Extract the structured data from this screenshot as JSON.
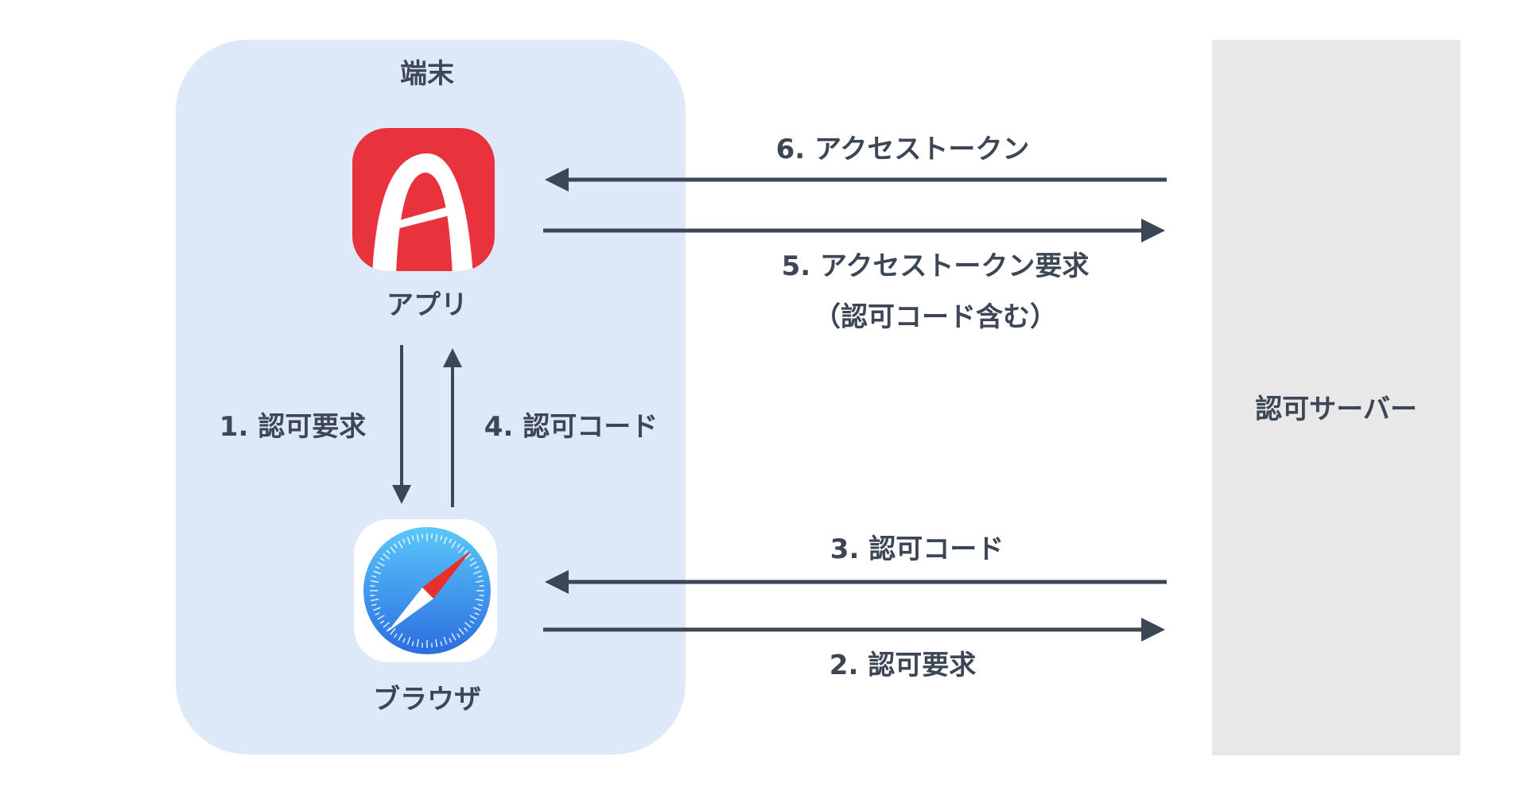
{
  "device": {
    "title": "端末"
  },
  "app": {
    "label": "アプリ",
    "icon": "app-a-icon"
  },
  "browser": {
    "label": "ブラウザ",
    "icon": "safari-compass-icon"
  },
  "server": {
    "label": "認可サーバー"
  },
  "steps": {
    "s1": "1. 認可要求",
    "s2": "2. 認可要求",
    "s3": "3. 認可コード",
    "s4": "4. 認可コード",
    "s5": "5. アクセストークン要求",
    "s5_note": "（認可コード含む）",
    "s6": "6. アクセストークン"
  },
  "colors": {
    "device_bg": "#dde9f9",
    "server_bg": "#e8e8e8",
    "arrow": "#3d4654",
    "app_red": "#e8323c",
    "safari_blue": "#3b8ff0"
  }
}
